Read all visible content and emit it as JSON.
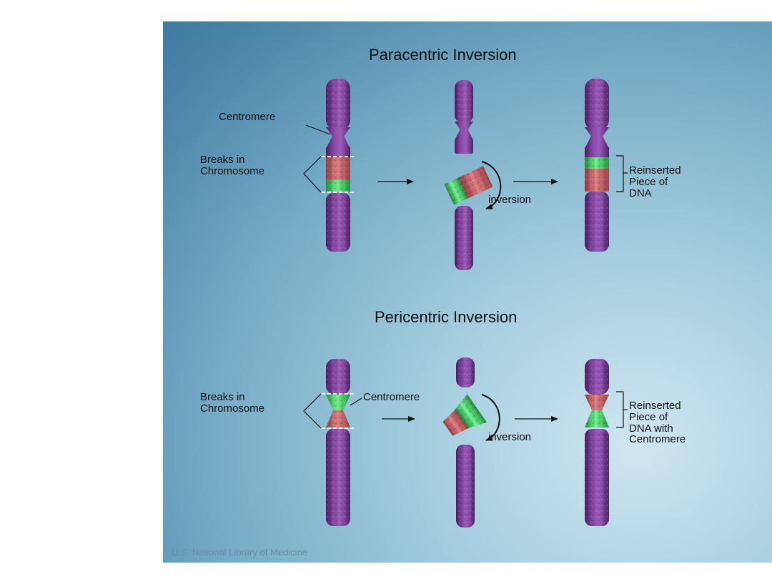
{
  "sections": [
    {
      "title": "Paracentric Inversion",
      "labels": {
        "centromere": "Centromere",
        "breaks": "Breaks in\nChromosome",
        "inversion": "inversion",
        "reinserted": "Reinserted\nPiece of\nDNA"
      }
    },
    {
      "title": "Pericentric Inversion",
      "labels": {
        "centromere": "Centromere",
        "breaks": "Breaks in\nChromosome",
        "inversion": "inversion",
        "reinserted": "Reinserted\nPiece of\nDNA with\nCentromere"
      }
    }
  ],
  "credit": "U.S. National Library of Medicine",
  "colors": {
    "chromosome": "#7e3c9a",
    "segment_red": "#d36a6e",
    "segment_green": "#3fd36a",
    "background_light": "#cfe6f1",
    "background_dark": "#3f7aa0"
  }
}
